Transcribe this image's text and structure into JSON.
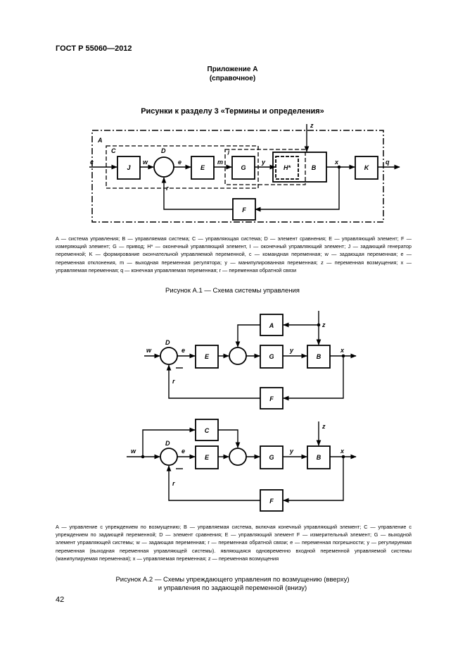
{
  "header": {
    "standard": "ГОСТ Р 55060—2012"
  },
  "appendix": {
    "title": "Приложение А",
    "subtitle": "(справочное)"
  },
  "section_title": "Рисунки к разделу 3 «Термины и определения»",
  "figure1": {
    "labels": {
      "A": "A",
      "C": "C",
      "D": "D",
      "J_block": "J",
      "E_block": "E",
      "G_block": "G",
      "j_small": "j",
      "H_block": "H*",
      "B_block": "B",
      "K_block": "K",
      "F_block": "F",
      "sig_c": "c",
      "sig_w": "w",
      "sig_e": "e",
      "sig_m": "m",
      "sig_y": "y",
      "sig_x": "x",
      "sig_q": "q",
      "sig_r": "r",
      "sig_z": "z"
    },
    "legend": "A — система управления; B — управляемая система; C — управляющая система; D — элемент сравнения; E — управляющий элемент; F — измеряющий элемент; G — привод; H* — оконечный управляющий элемент, I — оконечный управляющий элемент; J — задающий генератор переменной; K — формирование окончательной управляемой переменной, c — командная переменная; w — задающая переменная; e — переменная отклонения, m — выходная переменная регулятора; y — манипулированная переменная; z — переменная возмущения; x — управляемая переменная; q — конечная управляемая переменная; r — переменная обратной связи",
    "caption": "Рисунок А.1 — Схема системы управления"
  },
  "figure2": {
    "top": {
      "A_block": "A",
      "E_block": "E",
      "G_block": "G",
      "B_block": "B",
      "F_block": "F",
      "D": "D",
      "sig_w": "w",
      "sig_e": "e",
      "sig_y": "y",
      "sig_x": "x",
      "sig_z": "z",
      "sig_r": "r"
    },
    "bottom": {
      "C_block": "C",
      "E_block": "E",
      "G_block": "G",
      "B_block": "B",
      "F_block": "F",
      "D": "D",
      "sig_w": "w",
      "sig_e": "e",
      "sig_y": "y",
      "sig_x": "x",
      "sig_z": "z",
      "sig_r": "r"
    },
    "legend": "A — управление с упреждением по возмущению; B — управляемая система, включая конечный управляющий элемент; C — управление с упреждением по задающей переменной; D — элемент сравнения; E — управляющий элемент F — измерительный элемент; G — выходной элемент управляющей системы; w — задающая переменная; r — переменная обратной связи; e — переменная погрешности; y — регулируемая переменная (выходная переменная управляющей системы). являющаяся одновременно входной переменной управляемой системы (манипулируемая переменная); x — управляемая переменная; z — переменная возмущения",
    "caption_line1": "Рисунок А.2 — Схемы упреждающего управления по возмущению (вверху)",
    "caption_line2": "и управления по задающей переменной (внизу)"
  },
  "page_number": "42"
}
